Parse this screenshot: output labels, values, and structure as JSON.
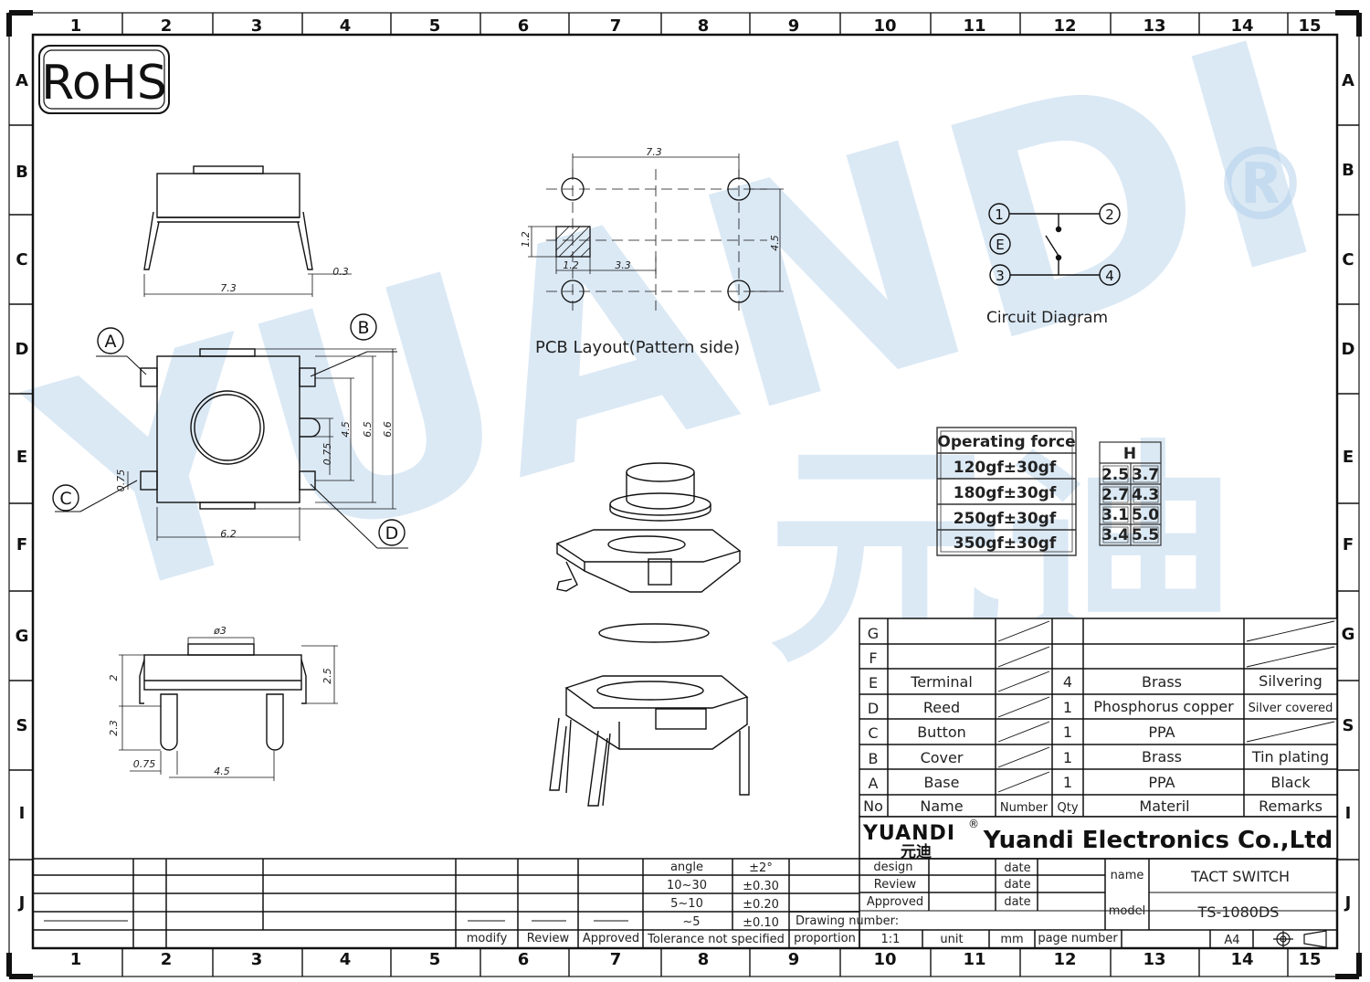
{
  "grid": {
    "cols": [
      "1",
      "2",
      "3",
      "4",
      "5",
      "6",
      "7",
      "8",
      "9",
      "10",
      "11",
      "12",
      "13",
      "14",
      "15"
    ],
    "rows": [
      "A",
      "B",
      "C",
      "D",
      "E",
      "F",
      "G",
      "S",
      "I",
      "J"
    ]
  },
  "rohs": "RoHS",
  "watermark": {
    "text": "YUANDI",
    "registered": "®",
    "chinese": "元迪"
  },
  "side_view": {
    "width": "7.3",
    "lead": "0.3"
  },
  "top_view": {
    "labels": [
      "A",
      "B",
      "C",
      "D"
    ],
    "dims": {
      "w62": "6.2",
      "h45": "4.5",
      "h65": "6.5",
      "h66": "6.6",
      "d075a": "0.75",
      "d075b": "0.75"
    }
  },
  "bottom_view": {
    "dia": "ø3",
    "h2": "2",
    "h25": "2.5",
    "h23": "2.3",
    "w075": "0.75",
    "w45": "4.5"
  },
  "pcb": {
    "title": "PCB  Layout(Pattern  side)",
    "w73": "7.3",
    "h45": "4.5",
    "s12a": "1.2",
    "s12b": "1.2",
    "s33": "3.3"
  },
  "circuit": {
    "title": "Circuit  Diagram",
    "pins": [
      "1",
      "2",
      "3",
      "4",
      "E"
    ]
  },
  "operating_force": {
    "header": "Operating force",
    "values": [
      "120gf±30gf",
      "180gf±30gf",
      "250gf±30gf",
      "350gf±30gf"
    ]
  },
  "h_table": {
    "header": "H",
    "rows": [
      [
        "2.5",
        "3.7"
      ],
      [
        "2.7",
        "4.3"
      ],
      [
        "3.1",
        "5.0"
      ],
      [
        "3.4",
        "5.5"
      ]
    ]
  },
  "bom": {
    "rows": [
      {
        "no": "G",
        "name": "",
        "qty": "",
        "material": "",
        "remarks": ""
      },
      {
        "no": "F",
        "name": "",
        "qty": "",
        "material": "",
        "remarks": ""
      },
      {
        "no": "E",
        "name": "Terminal",
        "qty": "4",
        "material": "Brass",
        "remarks": "Silvering"
      },
      {
        "no": "D",
        "name": "Reed",
        "qty": "1",
        "material": "Phosphorus copper",
        "remarks": "Silver covered"
      },
      {
        "no": "C",
        "name": "Button",
        "qty": "1",
        "material": "PPA",
        "remarks": ""
      },
      {
        "no": "B",
        "name": "Cover",
        "qty": "1",
        "material": "Brass",
        "remarks": "Tin plating"
      },
      {
        "no": "A",
        "name": "Base",
        "qty": "1",
        "material": "PPA",
        "remarks": "Black"
      }
    ],
    "headers": {
      "no": "No",
      "name": "Name",
      "number": "Number",
      "qty": "Qty",
      "material": "Materil",
      "remarks": "Remarks"
    }
  },
  "company": {
    "logo": "YUANDI",
    "logo_reg": "®",
    "logo_cn": "元迪",
    "name": "Yuandi Electronics Co.,Ltd"
  },
  "tolerance": {
    "rows": [
      [
        "angle",
        "±2°"
      ],
      [
        "10~30",
        "±0.30"
      ],
      [
        "5~10",
        "±0.20"
      ],
      [
        "~5",
        "±0.10"
      ]
    ],
    "footer": "Tolerance not specified"
  },
  "revision": {
    "modify": "modify",
    "review": "Review",
    "approved": "Approved"
  },
  "signoff": {
    "design": "design",
    "review": "Review",
    "approved": "Approved",
    "date": "date",
    "drawing_number": "Drawing number:",
    "proportion": "proportion",
    "scale": "1:1",
    "unit": "unit",
    "unit_val": "mm",
    "page_number": "page number"
  },
  "title_block": {
    "name_label": "name",
    "name": "TACT SWITCH",
    "model_label": "model",
    "model": "TS-1080DS",
    "size": "A4"
  }
}
